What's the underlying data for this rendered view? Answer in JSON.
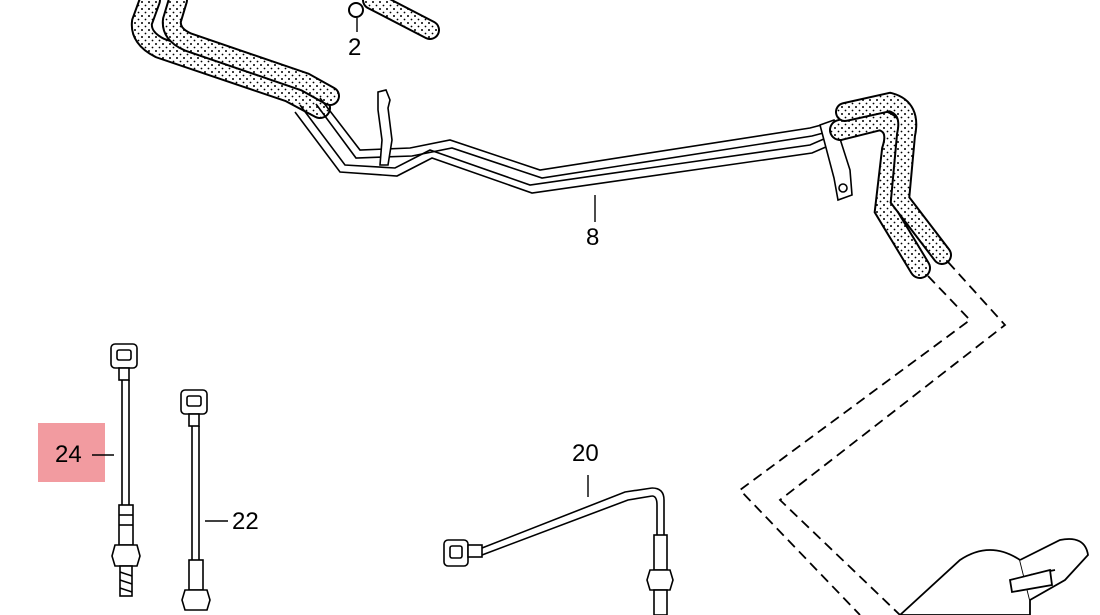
{
  "callouts": {
    "c2": "2",
    "c8": "8",
    "c20": "20",
    "c22": "22",
    "c24": "24"
  },
  "highlight": {
    "label": "24",
    "color": "#f08a8f"
  },
  "parts": {
    "hose_assembly": "hose-and-pipe-assembly",
    "sensor_24": "sensor-cable-24",
    "sensor_22": "sensor-cable-22",
    "sensor_20": "sensor-cable-20",
    "exhaust": "exhaust-pipe"
  }
}
